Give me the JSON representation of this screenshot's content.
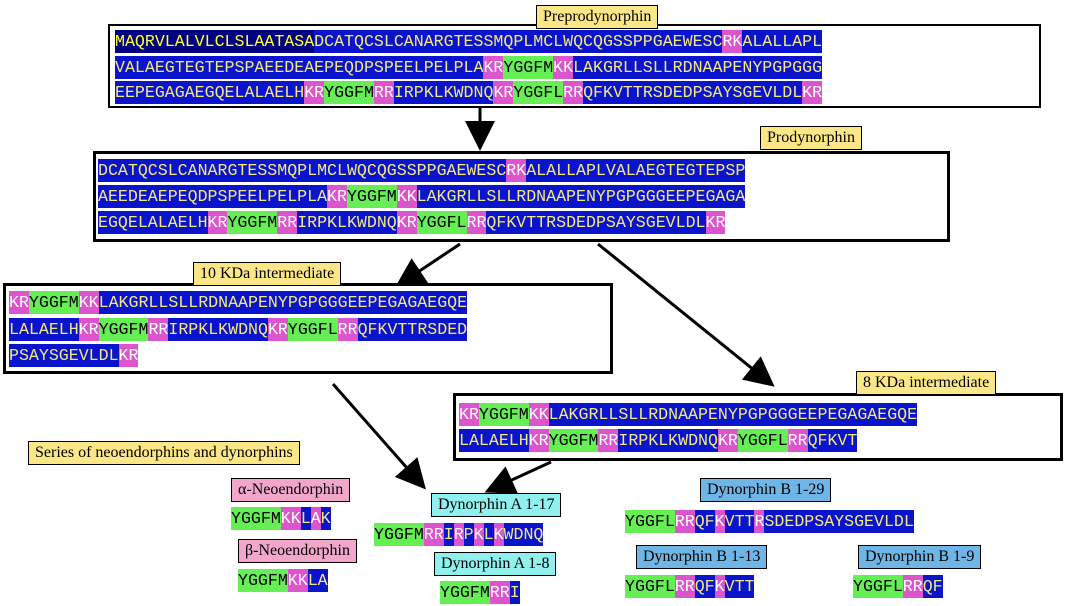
{
  "labels": {
    "preprodynorphin": "Preprodynorphin",
    "prodynorphin": "Prodynorphin",
    "kda10": "10 KDa intermediate",
    "kda8": "8 KDa intermediate",
    "series": "Series of neoendorphins and dynorphins",
    "alpha_neo": "α-Neoendorphin",
    "beta_neo": "β-Neoendorphin",
    "dynA17": "Dynorphin A 1-17",
    "dynA8": "Dynorphin A 1-8",
    "dynB29": "Dynorphin B 1-29",
    "dynB13": "Dynorphin B 1-13",
    "dynB9": "Dynorphin B 1-9"
  },
  "preprodynorphin": [
    [
      [
        "sig",
        "MAQRVLALVLCLSLAATASA"
      ],
      [
        "b",
        "DCATQCSLCANARGTESSMQPLMCLWQCQGSSPPGAEWESC"
      ],
      [
        "m",
        "RK"
      ],
      [
        "b",
        "ALALLAPL"
      ]
    ],
    [
      [
        "b",
        "VALAEGTEGTEPSPAEEDEAEPEQDPSPEELPELPLA"
      ],
      [
        "m",
        "KR"
      ],
      [
        "g",
        "YGGFM"
      ],
      [
        "m",
        "KK"
      ],
      [
        "b",
        "LAKGRLLSLLRDNAAPENYPGPGGG"
      ]
    ],
    [
      [
        "b",
        "EEPEGAGAEGQELALAELH"
      ],
      [
        "m",
        "KR"
      ],
      [
        "g",
        "YGGFM"
      ],
      [
        "m",
        "RR"
      ],
      [
        "b",
        "IRPKLKWDNQ"
      ],
      [
        "m",
        "KR"
      ],
      [
        "g",
        "YGGFL"
      ],
      [
        "m",
        "RR"
      ],
      [
        "b",
        "QFKVTTRSDEDPSAYSGEVLDL"
      ],
      [
        "m",
        "KR"
      ]
    ]
  ],
  "prodynorphin": [
    [
      [
        "b",
        "DCATQCSLCANARGTESSMQPLMCLWQCQGSSPPGAEWESC"
      ],
      [
        "m",
        "RK"
      ],
      [
        "b",
        "ALALLAPLVALAEGTEGTEPSP"
      ]
    ],
    [
      [
        "b",
        "AEEDEAEPEQDPSPEELPELPLA"
      ],
      [
        "m",
        "KR"
      ],
      [
        "g",
        "YGGFM"
      ],
      [
        "m",
        "KK"
      ],
      [
        "b",
        "LAKGRLLSLLRDNAAPENYPGPGGGEEPEGAGA"
      ]
    ],
    [
      [
        "b",
        "EGQELALAELH"
      ],
      [
        "m",
        "KR"
      ],
      [
        "g",
        "YGGFM"
      ],
      [
        "m",
        "RR"
      ],
      [
        "b",
        "IRPKLKWDNQ"
      ],
      [
        "m",
        "KR"
      ],
      [
        "g",
        "YGGFL"
      ],
      [
        "m",
        "RR"
      ],
      [
        "b",
        "QFKVTTRSDEDPSAYSGEVLDL"
      ],
      [
        "m",
        "KR"
      ]
    ]
  ],
  "kda10": [
    [
      [
        "m",
        "KR"
      ],
      [
        "g",
        "YGGFM"
      ],
      [
        "m",
        "KK"
      ],
      [
        "b",
        "LAKGRLLSLLRDNAAPENYPGPGGGEEPEGAGAEGQE"
      ]
    ],
    [
      [
        "b",
        "LALAELH"
      ],
      [
        "m",
        "KR"
      ],
      [
        "g",
        "YGGFM"
      ],
      [
        "m",
        "RR"
      ],
      [
        "b",
        "IRPKLKWDNQ"
      ],
      [
        "m",
        "KR"
      ],
      [
        "g",
        "YGGFL"
      ],
      [
        "m",
        "RR"
      ],
      [
        "b",
        "QFKVTTRSDED"
      ]
    ],
    [
      [
        "b",
        "PSAYSGEVLDL"
      ],
      [
        "m",
        "KR"
      ]
    ]
  ],
  "kda8": [
    [
      [
        "m",
        "KR"
      ],
      [
        "g",
        "YGGFM"
      ],
      [
        "m",
        "KK"
      ],
      [
        "b",
        "LAKGRLLSLLRDNAAPENYPGPGGGEEPEGAGAEGQE"
      ]
    ],
    [
      [
        "b",
        "LALAELH"
      ],
      [
        "m",
        "KR"
      ],
      [
        "g",
        "YGGFM"
      ],
      [
        "m",
        "RR"
      ],
      [
        "b",
        "IRPKLKWDNQ"
      ],
      [
        "m",
        "KR"
      ],
      [
        "g",
        "YGGFL"
      ],
      [
        "m",
        "RR"
      ],
      [
        "b",
        "QFKVT"
      ]
    ]
  ],
  "peptides": {
    "alpha_neo": [
      [
        "g",
        "YGGFM"
      ],
      [
        "m",
        "KK"
      ],
      [
        "b",
        "L"
      ],
      [
        "m",
        "A"
      ],
      [
        "b",
        "K"
      ]
    ],
    "beta_neo": [
      [
        "g",
        "YGGFM"
      ],
      [
        "m",
        "KK"
      ],
      [
        "b",
        "LA"
      ]
    ],
    "dynA17": [
      [
        "g",
        "YGGFM"
      ],
      [
        "m",
        "RR"
      ],
      [
        "b",
        "I"
      ],
      [
        "m",
        "R"
      ],
      [
        "b",
        "P"
      ],
      [
        "m",
        "K"
      ],
      [
        "b",
        "L"
      ],
      [
        "m",
        "K"
      ],
      [
        "b",
        "WDNQ"
      ]
    ],
    "dynA8": [
      [
        "g",
        "YGGFM"
      ],
      [
        "m",
        "RR"
      ],
      [
        "b",
        "I"
      ]
    ],
    "dynB29": [
      [
        "g",
        "YGGFL"
      ],
      [
        "m",
        "RR"
      ],
      [
        "b",
        "QF"
      ],
      [
        "m",
        "K"
      ],
      [
        "b",
        "VTT"
      ],
      [
        "m",
        "R"
      ],
      [
        "b",
        "SDEDPSAYSGEVLDL"
      ]
    ],
    "dynB13": [
      [
        "g",
        "YGGFL"
      ],
      [
        "m",
        "RR"
      ],
      [
        "b",
        "QF"
      ],
      [
        "m",
        "K"
      ],
      [
        "b",
        "VTT"
      ]
    ],
    "dynB9": [
      [
        "g",
        "YGGFL"
      ],
      [
        "m",
        "RR"
      ],
      [
        "b",
        "QF"
      ]
    ]
  }
}
